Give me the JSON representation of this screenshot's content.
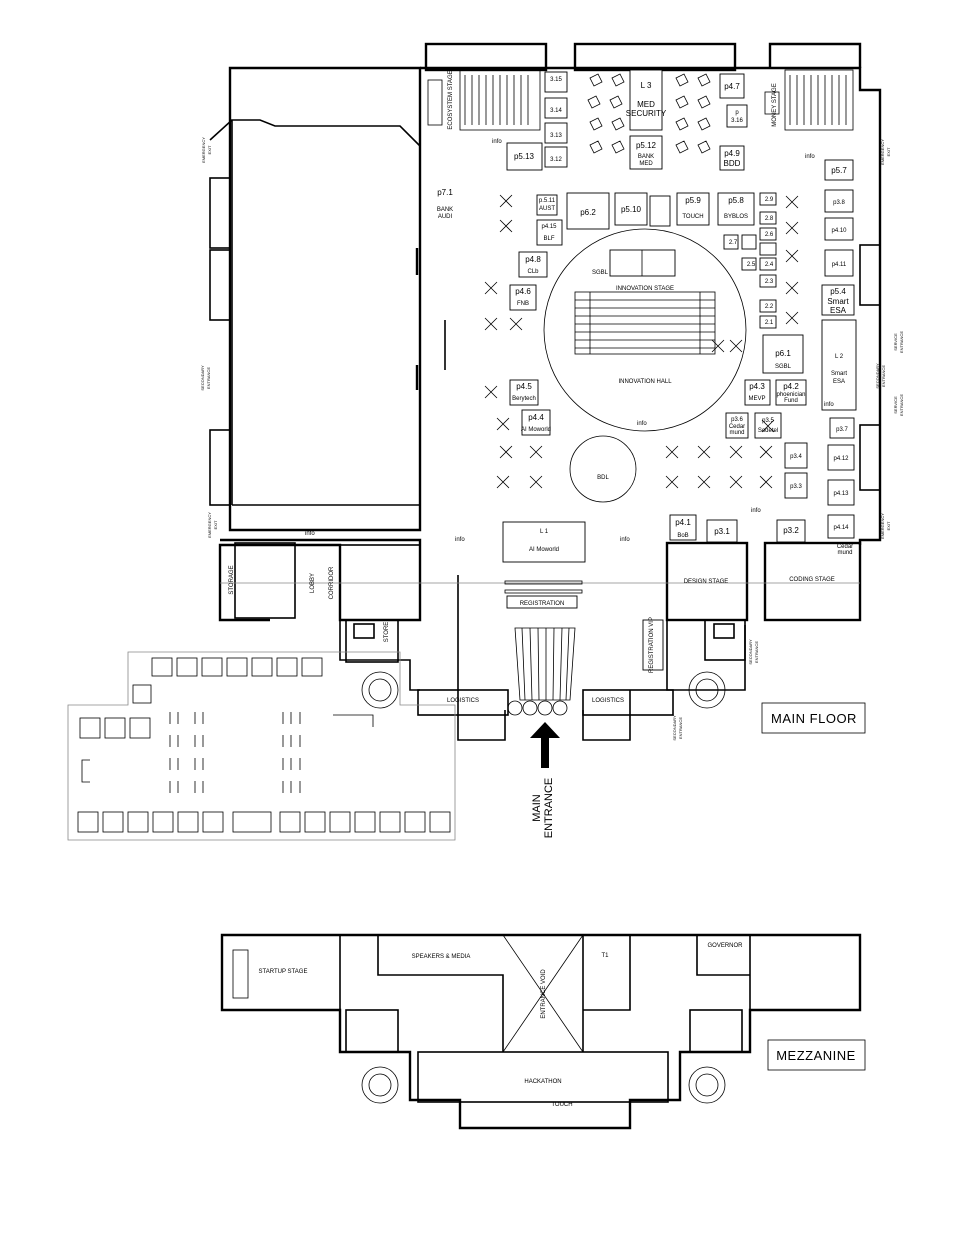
{
  "floors": {
    "main": "MAIN FLOOR",
    "mezzanine": "MEZZANINE"
  },
  "main_entrance": [
    "MAIN",
    "ENTRANCE"
  ],
  "rooms": {
    "bank_audi": [
      "p7.1",
      "BANK",
      "AUDI"
    ],
    "ecosystem_stage": "ECOSYSTEM STAGE",
    "money_stage": "MONEY STAGE",
    "med_security": [
      "L 3",
      "MED",
      "SECURITY"
    ],
    "bank_med": [
      "p5.12",
      "BANK",
      "MED"
    ],
    "p513": "p5.13",
    "p47": "p4.7",
    "p316": [
      "p",
      "3.16"
    ],
    "bdd": [
      "p4.9",
      "BDD"
    ],
    "p57": "p5.7",
    "p38": "p3.8",
    "p410": "p4.10",
    "p411": "p4.11",
    "smart_esa_top": [
      "p5.4",
      "Smart",
      "ESA"
    ],
    "smart_esa_l2": [
      "L 2",
      "Smart",
      "ESA"
    ],
    "p37": "p3.7",
    "p412": "p4.12",
    "p413": "p4.13",
    "p414": "p4.14",
    "aust": [
      "p.5.11",
      "AUST"
    ],
    "p62": "p6.2",
    "p510": "p5.10",
    "touch": [
      "p5.9",
      "TOUCH"
    ],
    "byblos": [
      "p5.8",
      "BYBLOS"
    ],
    "blf": [
      "p4.15",
      "BLF"
    ],
    "clb": [
      "p4.8",
      "CLb"
    ],
    "fnb": [
      "p4.6",
      "FNB"
    ],
    "berytech": [
      "p4.5",
      "Berytech"
    ],
    "ai_moworld_small": [
      "p4.4",
      "AI Moworld"
    ],
    "sgbl_p61": [
      "p6.1",
      "SGBL"
    ],
    "mevp": [
      "p4.3",
      "MEVP"
    ],
    "phoenician": [
      "p4.2",
      "phoenician",
      "Fund"
    ],
    "cedar_36": [
      "p3.6",
      "Cedar",
      "mund"
    ],
    "sodetel": [
      "p3.5",
      "Sodetel"
    ],
    "p34": "p3.4",
    "p33": "p3.3",
    "bob": [
      "p4.1",
      "BoB"
    ],
    "p31": "p3.1",
    "p32": "p3.2",
    "cedar_32": [
      "Cedar",
      "mund"
    ],
    "sgbl_stage": "SGBL",
    "innovation_stage": "INNOVATION STAGE",
    "innovation_hall": "INNOVATION HALL",
    "bdl": "BDL",
    "ai_moworld": [
      "L 1",
      "AI Moworld"
    ],
    "registration": "REGISTRATION",
    "registration_vip": "REGISTRATION VIP",
    "design_stage": "DESIGN STAGE",
    "coding_stage": "CODING STAGE",
    "logistics_left": "LOGISTICS",
    "logistics_right": "LOGISTICS",
    "storage": "STORAGE",
    "lobby": "LOBBY",
    "corridor": "CORRIDOR",
    "store": "STORE"
  },
  "stands_small": [
    "3.15",
    "3.14",
    "3.13",
    "3.12",
    "2.9",
    "2.8",
    "2.7",
    "2.6",
    "2.5",
    "2.4",
    "2.3",
    "2.2",
    "2.1"
  ],
  "exits": {
    "emergency": [
      "EMERGENCY",
      "EXIT"
    ],
    "secondary": [
      "SECONDARY",
      "ENTRANCE"
    ],
    "service": [
      "SERVICE",
      "ENTRANCE"
    ]
  },
  "info": "info",
  "mezzanine_rooms": {
    "startup_stage": "STARTUP STAGE",
    "speakers_media": "SPEAKERS & MEDIA",
    "entrance_void": "ENTRANCE VOID",
    "t1": "T1",
    "governor": "GOVERNOR",
    "hackathon": "HACKATHON",
    "touch": "TOUCH"
  }
}
